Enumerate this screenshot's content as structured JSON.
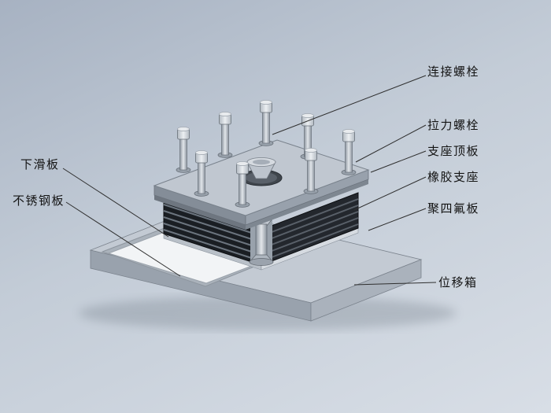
{
  "labels": {
    "connecting_bolt": "连接螺栓",
    "tension_bolt": "拉力螺栓",
    "top_plate": "支座顶板",
    "rubber_bearing": "橡胶支座",
    "ptfe_plate": "聚四氟板",
    "displacement_box": "位移箱",
    "lower_slide_plate": "下滑板",
    "stainless_steel_plate": "不锈钢板"
  },
  "colors": {
    "background_top": "#a7b2c2",
    "background_bottom": "#d8dee6",
    "base_top": "#c3cad3",
    "base_front_left": "#99a2ad",
    "base_front_right": "#aab2bc",
    "plate_top": "#c0c7d0",
    "plate_front_left": "#848d98",
    "plate_front_right": "#98a1ac",
    "rubber_left": "#1a1e23",
    "rubber_right": "#23272d",
    "laminate_line": "#6b747e",
    "steel_white": "#f2f4f6",
    "ptfe_strip": "#d6dbe1",
    "leader_line": "#2f2f2f",
    "label_text": "#141414"
  }
}
